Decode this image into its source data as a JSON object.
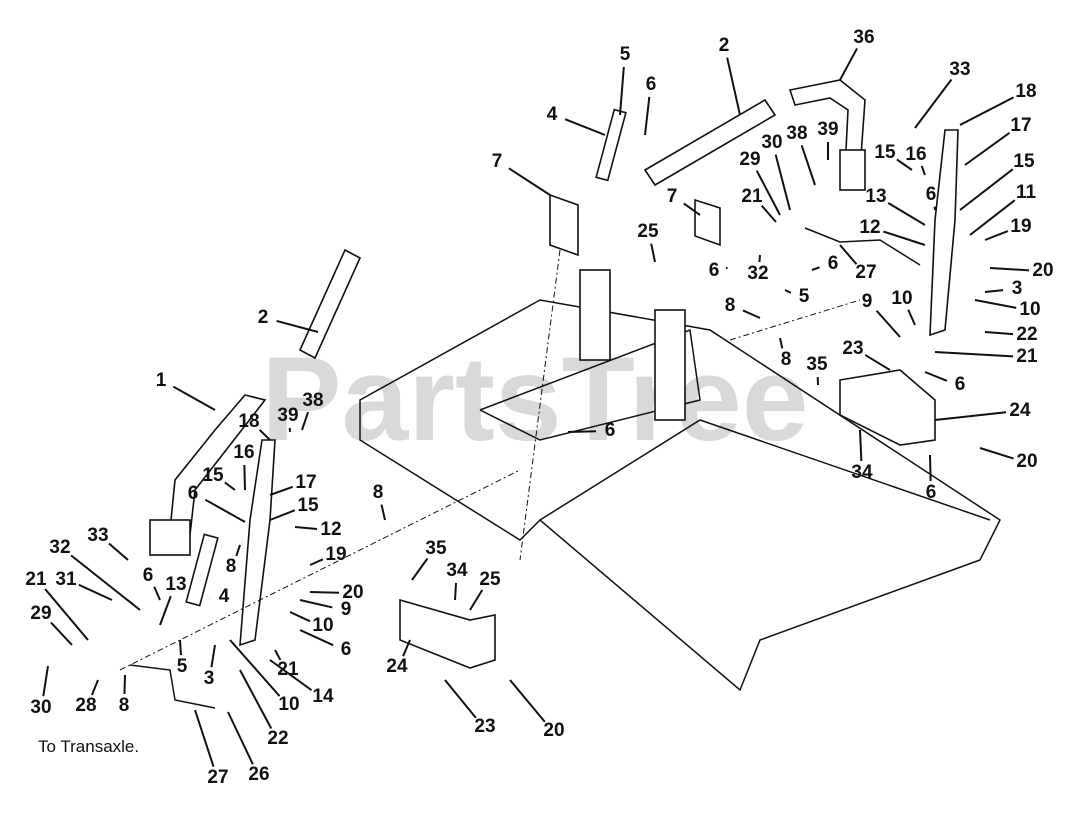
{
  "watermark": "PartsTree",
  "note": "To Transaxle.",
  "callouts": [
    "5",
    "6",
    "2",
    "36",
    "33",
    "18",
    "4",
    "7",
    "17",
    "15",
    "16",
    "15",
    "30",
    "38",
    "39",
    "29",
    "6",
    "13",
    "11",
    "21",
    "7",
    "25",
    "12",
    "19",
    "27",
    "6",
    "32",
    "6",
    "20",
    "3",
    "5",
    "8",
    "9",
    "10",
    "10",
    "22",
    "8",
    "35",
    "23",
    "21",
    "6",
    "24",
    "34",
    "20",
    "6",
    "6",
    "2",
    "1",
    "18",
    "39",
    "38",
    "16",
    "15",
    "17",
    "15",
    "6",
    "8",
    "12",
    "33",
    "32",
    "19",
    "35",
    "6",
    "13",
    "8",
    "34",
    "25",
    "20",
    "21",
    "31",
    "4",
    "9",
    "29",
    "10",
    "6",
    "5",
    "3",
    "21",
    "24",
    "14",
    "30",
    "28",
    "8",
    "10",
    "22",
    "23",
    "20",
    "27",
    "26"
  ]
}
